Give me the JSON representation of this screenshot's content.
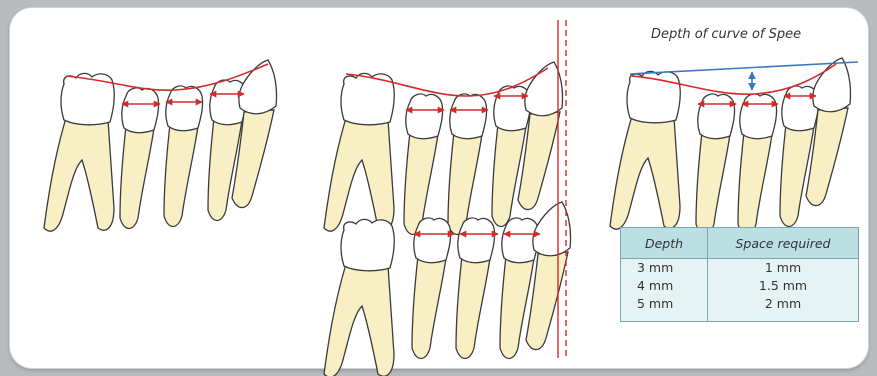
{
  "figure": {
    "caption": "Depth of curve of Spee",
    "colors": {
      "tooth_crown": "#ffffff",
      "tooth_root": "#f8f0c4",
      "outline": "#3a3a3a",
      "occlusal_curve": "#d42a2a",
      "arrows": "#d42a2a",
      "flat_plane": "#3a78c0",
      "depth_indicator": "#3a78c0",
      "table_header_bg": "#bcdfe3",
      "table_body_bg": "#e6f3f4"
    }
  },
  "table": {
    "headers": [
      "Depth",
      "Space required"
    ],
    "rows": [
      [
        "3 mm",
        "1 mm"
      ],
      [
        "4 mm",
        "1.5 mm"
      ],
      [
        "5 mm",
        "2 mm"
      ]
    ]
  }
}
